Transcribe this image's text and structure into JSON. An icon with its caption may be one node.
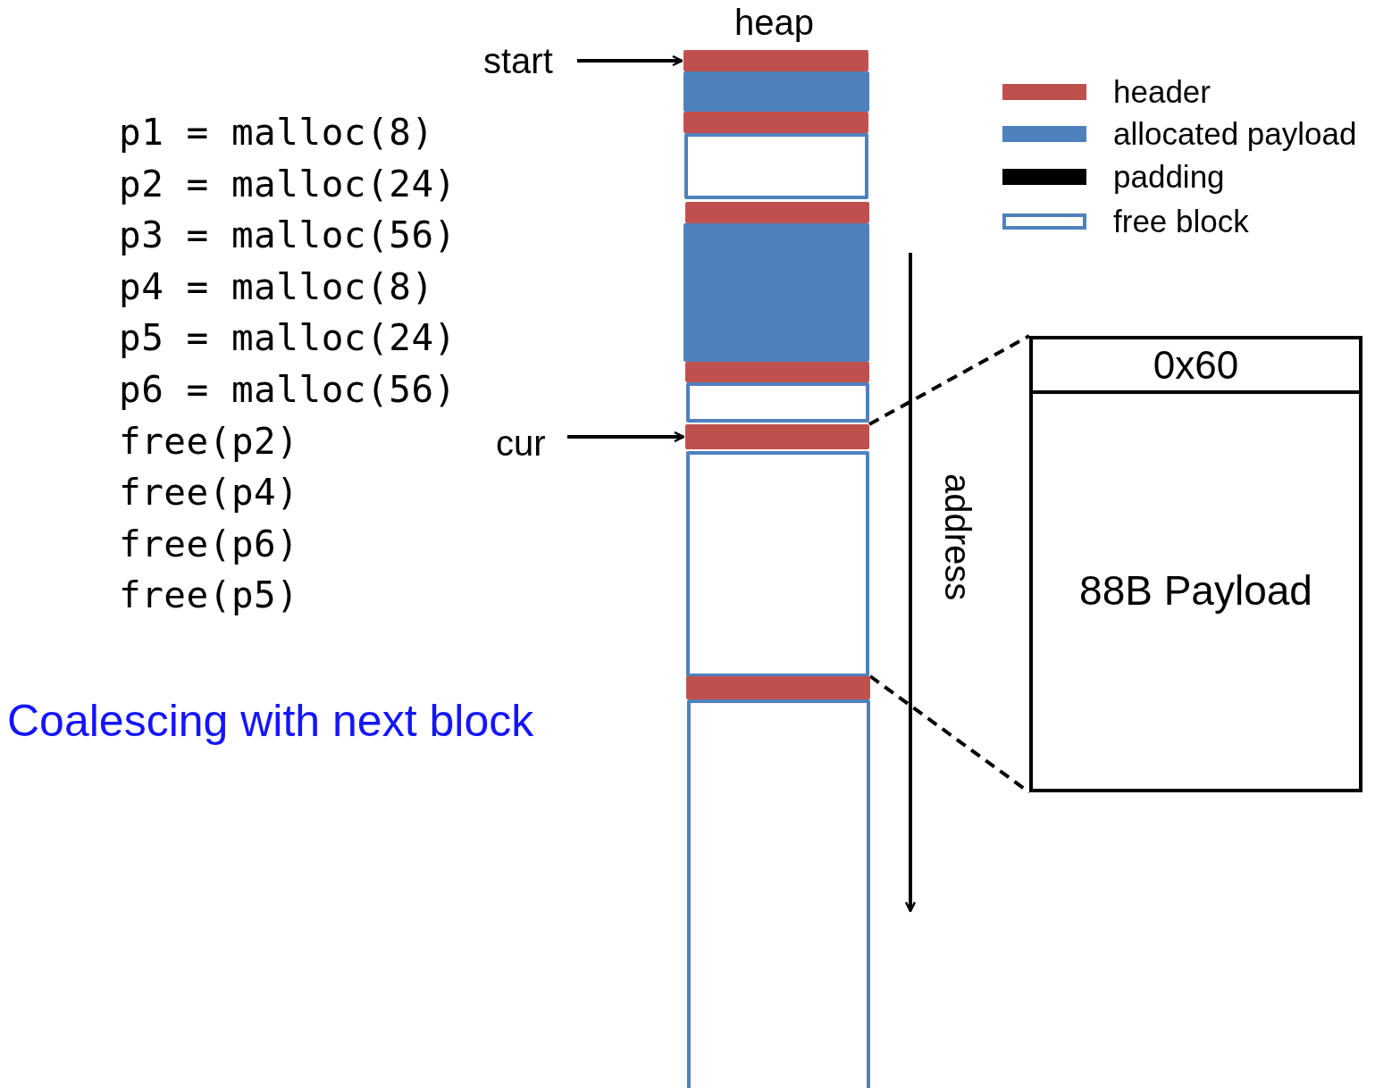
{
  "diagram": {
    "nodes": [
      {
        "text": [
          "start"
        ]
      },
      {
        "text": [
          "cur"
        ]
      },
      {
        "text": [],
        "shape": "bar"
      },
      {
        "text": [],
        "shape": "block"
      },
      {
        "text": [],
        "shape": "bar"
      },
      {
        "text": [],
        "shape": "box"
      },
      {
        "text": [],
        "shape": "bar"
      },
      {
        "text": [],
        "shape": "block"
      },
      {
        "text": [],
        "shape": "bar"
      },
      {
        "text": [],
        "shape": "box"
      },
      {
        "text": [],
        "shape": "bar"
      },
      {
        "text": [],
        "shape": "box"
      },
      {
        "text": [],
        "shape": "bar"
      },
      {
        "text": [],
        "shape": "box"
      },
      {
        "text": [
          "0x60"
        ]
      },
      {
        "text": [
          "88B Payload"
        ]
      }
    ],
    "edges": [
      {
        "from": 0,
        "to": 2,
        "arrow": "to"
      },
      {
        "from": 1,
        "to": 10,
        "arrow": "to"
      },
      {
        "from": 10,
        "to": 14,
        "arrow": "none",
        "style": "dashed"
      },
      {
        "from": 12,
        "to": 15,
        "arrow": "none",
        "style": "dashed"
      }
    ],
    "labels": [
      "heap",
      "p1 = malloc(8)",
      "p2 = malloc(24)",
      "p3 = malloc(56)",
      "p4 = malloc(8)",
      "p5 = malloc(24)",
      "p6 = malloc(56)",
      "free(p2)",
      "free(p4)",
      "free(p6)",
      "free(p5)",
      "Coalescing with next block",
      "address"
    ],
    "legend": [
      {
        "text": "header",
        "color": "#c0504d"
      },
      {
        "text": "allocated payload",
        "color": "#4f81bd"
      },
      {
        "text": "padding",
        "color": "#000000"
      },
      {
        "text": "free block"
      }
    ]
  }
}
